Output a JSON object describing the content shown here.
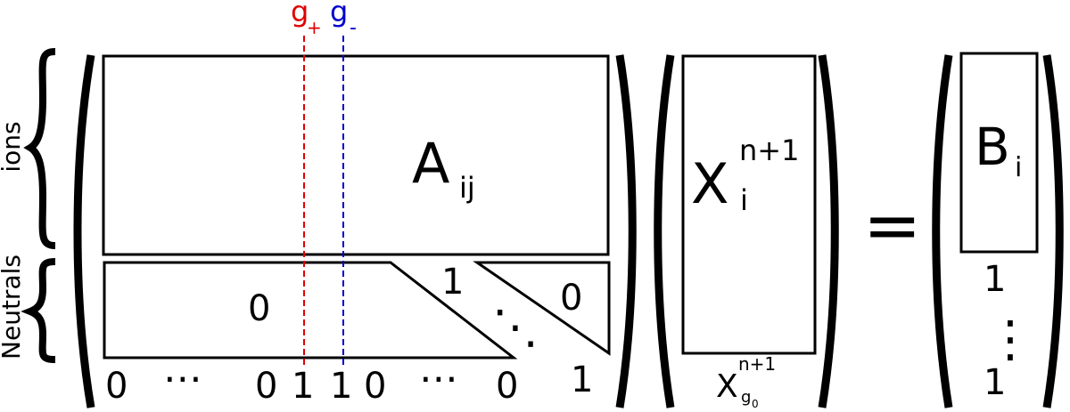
{
  "labels": {
    "g_plus": "g",
    "g_plus_sub": "+",
    "g_minus": "g",
    "g_minus_sub": "-",
    "ions": "ions",
    "neutrals": "Neutrals",
    "A": "A",
    "A_sub": "ij",
    "X": "X",
    "X_sub": "i",
    "X_sup": "n+1",
    "Xg": "X",
    "Xg_sub": "g",
    "Xg_subsub": "0",
    "Xg_sup": "n+1",
    "B": "B",
    "B_sub": "i",
    "equals": "=",
    "zero_block": "0",
    "one_diag": "1",
    "dots_diag": "⋱",
    "zero_upper": "0",
    "last_one": "1",
    "b_one_top": "1",
    "b_vdots": "⋮",
    "b_one_bottom": "1",
    "row_zero_1": "0",
    "row_dots_1": "⋯",
    "row_zero_2": "0",
    "row_one_1": "1",
    "row_one_2": "1",
    "row_zero_3": "0",
    "row_dots_2": "⋯",
    "row_zero_4": "0"
  },
  "colors": {
    "g_plus": "#e00000",
    "g_minus": "#0000cc"
  }
}
